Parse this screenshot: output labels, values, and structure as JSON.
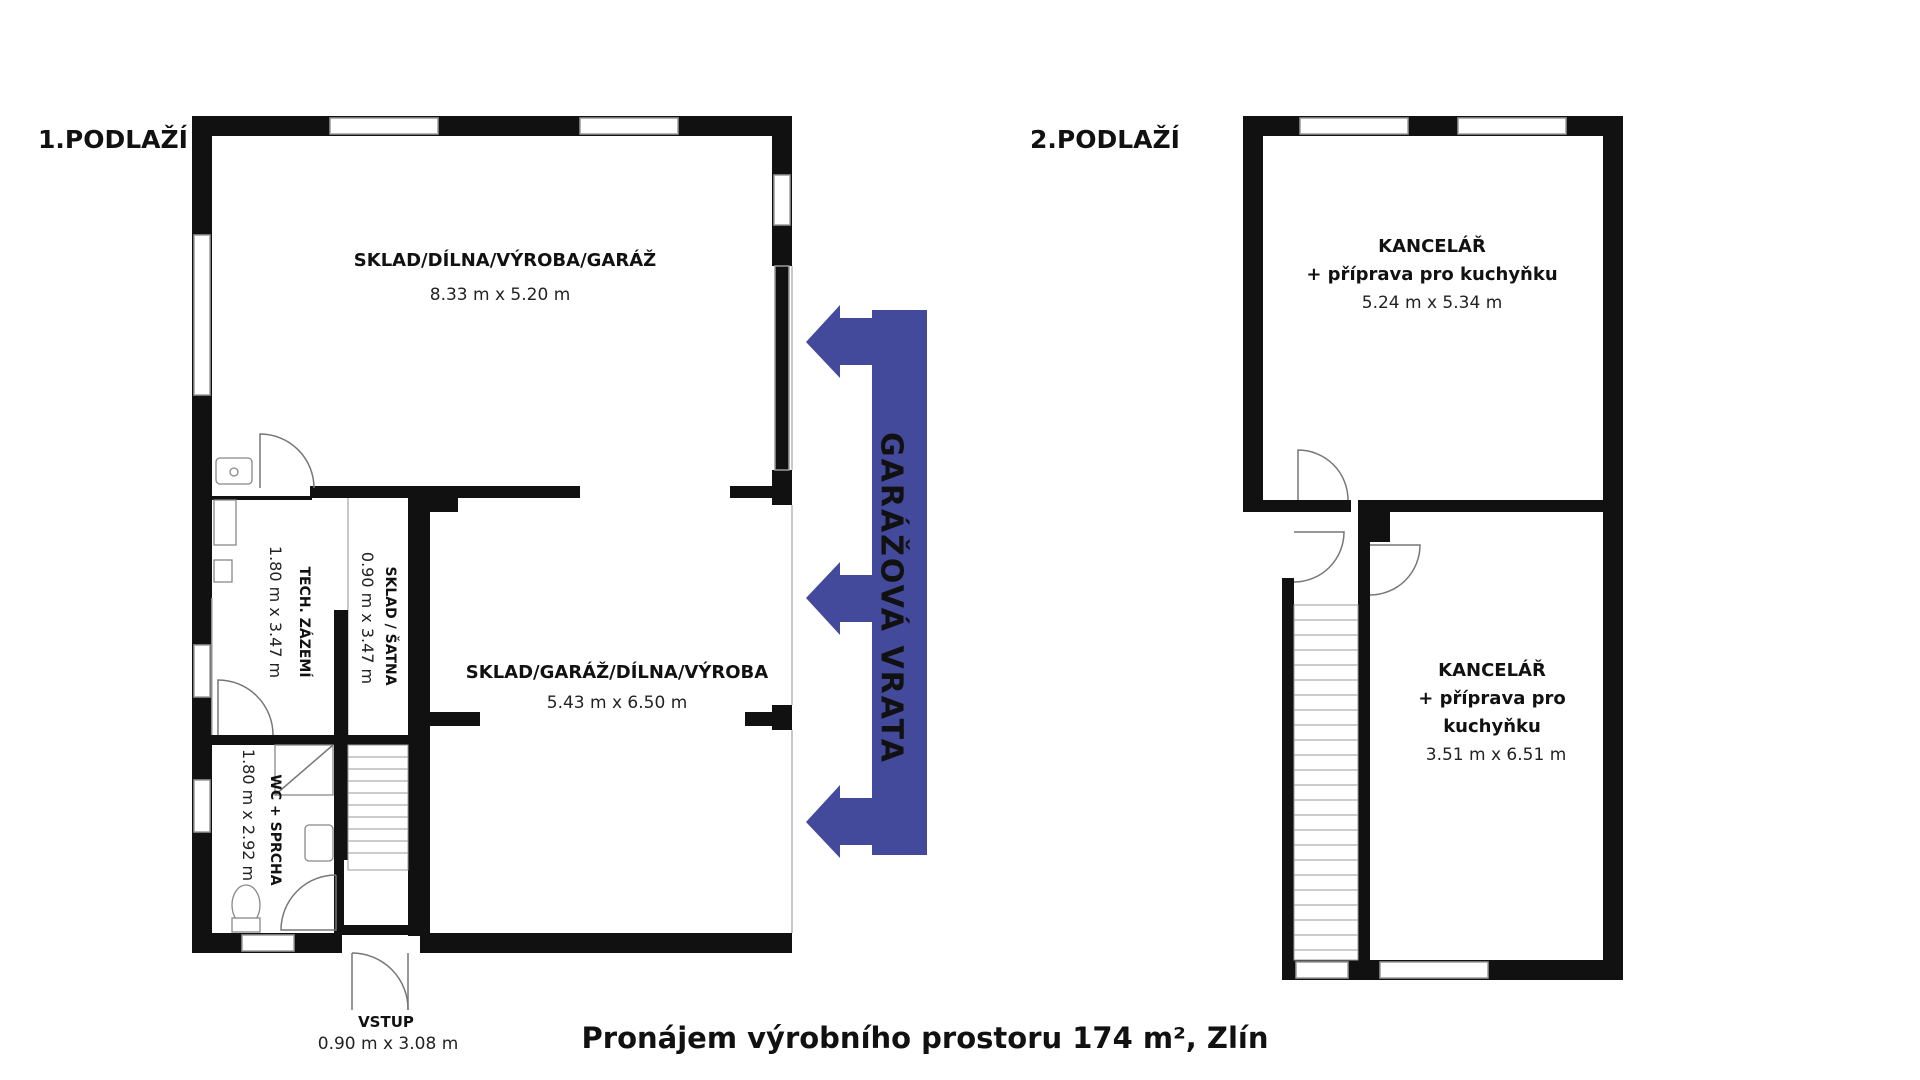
{
  "floors": {
    "ground": {
      "label": "1.PODLAŽÍ"
    },
    "upper": {
      "label": "2.PODLAŽÍ"
    }
  },
  "rooms": {
    "main_top": {
      "name": "SKLAD/DÍLNA/VÝROBA/GARÁŽ",
      "dims": "8.33 m x 5.20 m"
    },
    "main_bottom": {
      "name": "SKLAD/GARÁŽ/DÍLNA/VÝROBA",
      "dims": "5.43 m x 6.50 m"
    },
    "tech": {
      "name": "TECH. ZÁZEMÍ",
      "dims": "1.80 m x 3.47 m"
    },
    "storage": {
      "name": "SKLAD / ŠATNA",
      "dims": "0.90 m x 3.47 m"
    },
    "wc": {
      "name": "WC + SPRCHA",
      "dims": "1.80 m x 2.92 m"
    },
    "entrance": {
      "name": "VSTUP",
      "dims": "0.90 m x 3.08 m"
    },
    "office_top": {
      "name_line1": "KANCELÁŘ",
      "name_line2": "+ příprava pro kuchyňku",
      "dims": "5.24 m x 5.34 m"
    },
    "office_bottom": {
      "name_line1": "KANCELÁŘ",
      "name_line2": "+ příprava pro",
      "name_line3": "kuchyňku",
      "dims": "3.51 m x 6.51 m"
    }
  },
  "garage_door": {
    "label": "GARÁŽOVÁ VRATA",
    "color": "#434a9c"
  },
  "caption": "Pronájem výrobního prostoru 174 m², Zlín"
}
